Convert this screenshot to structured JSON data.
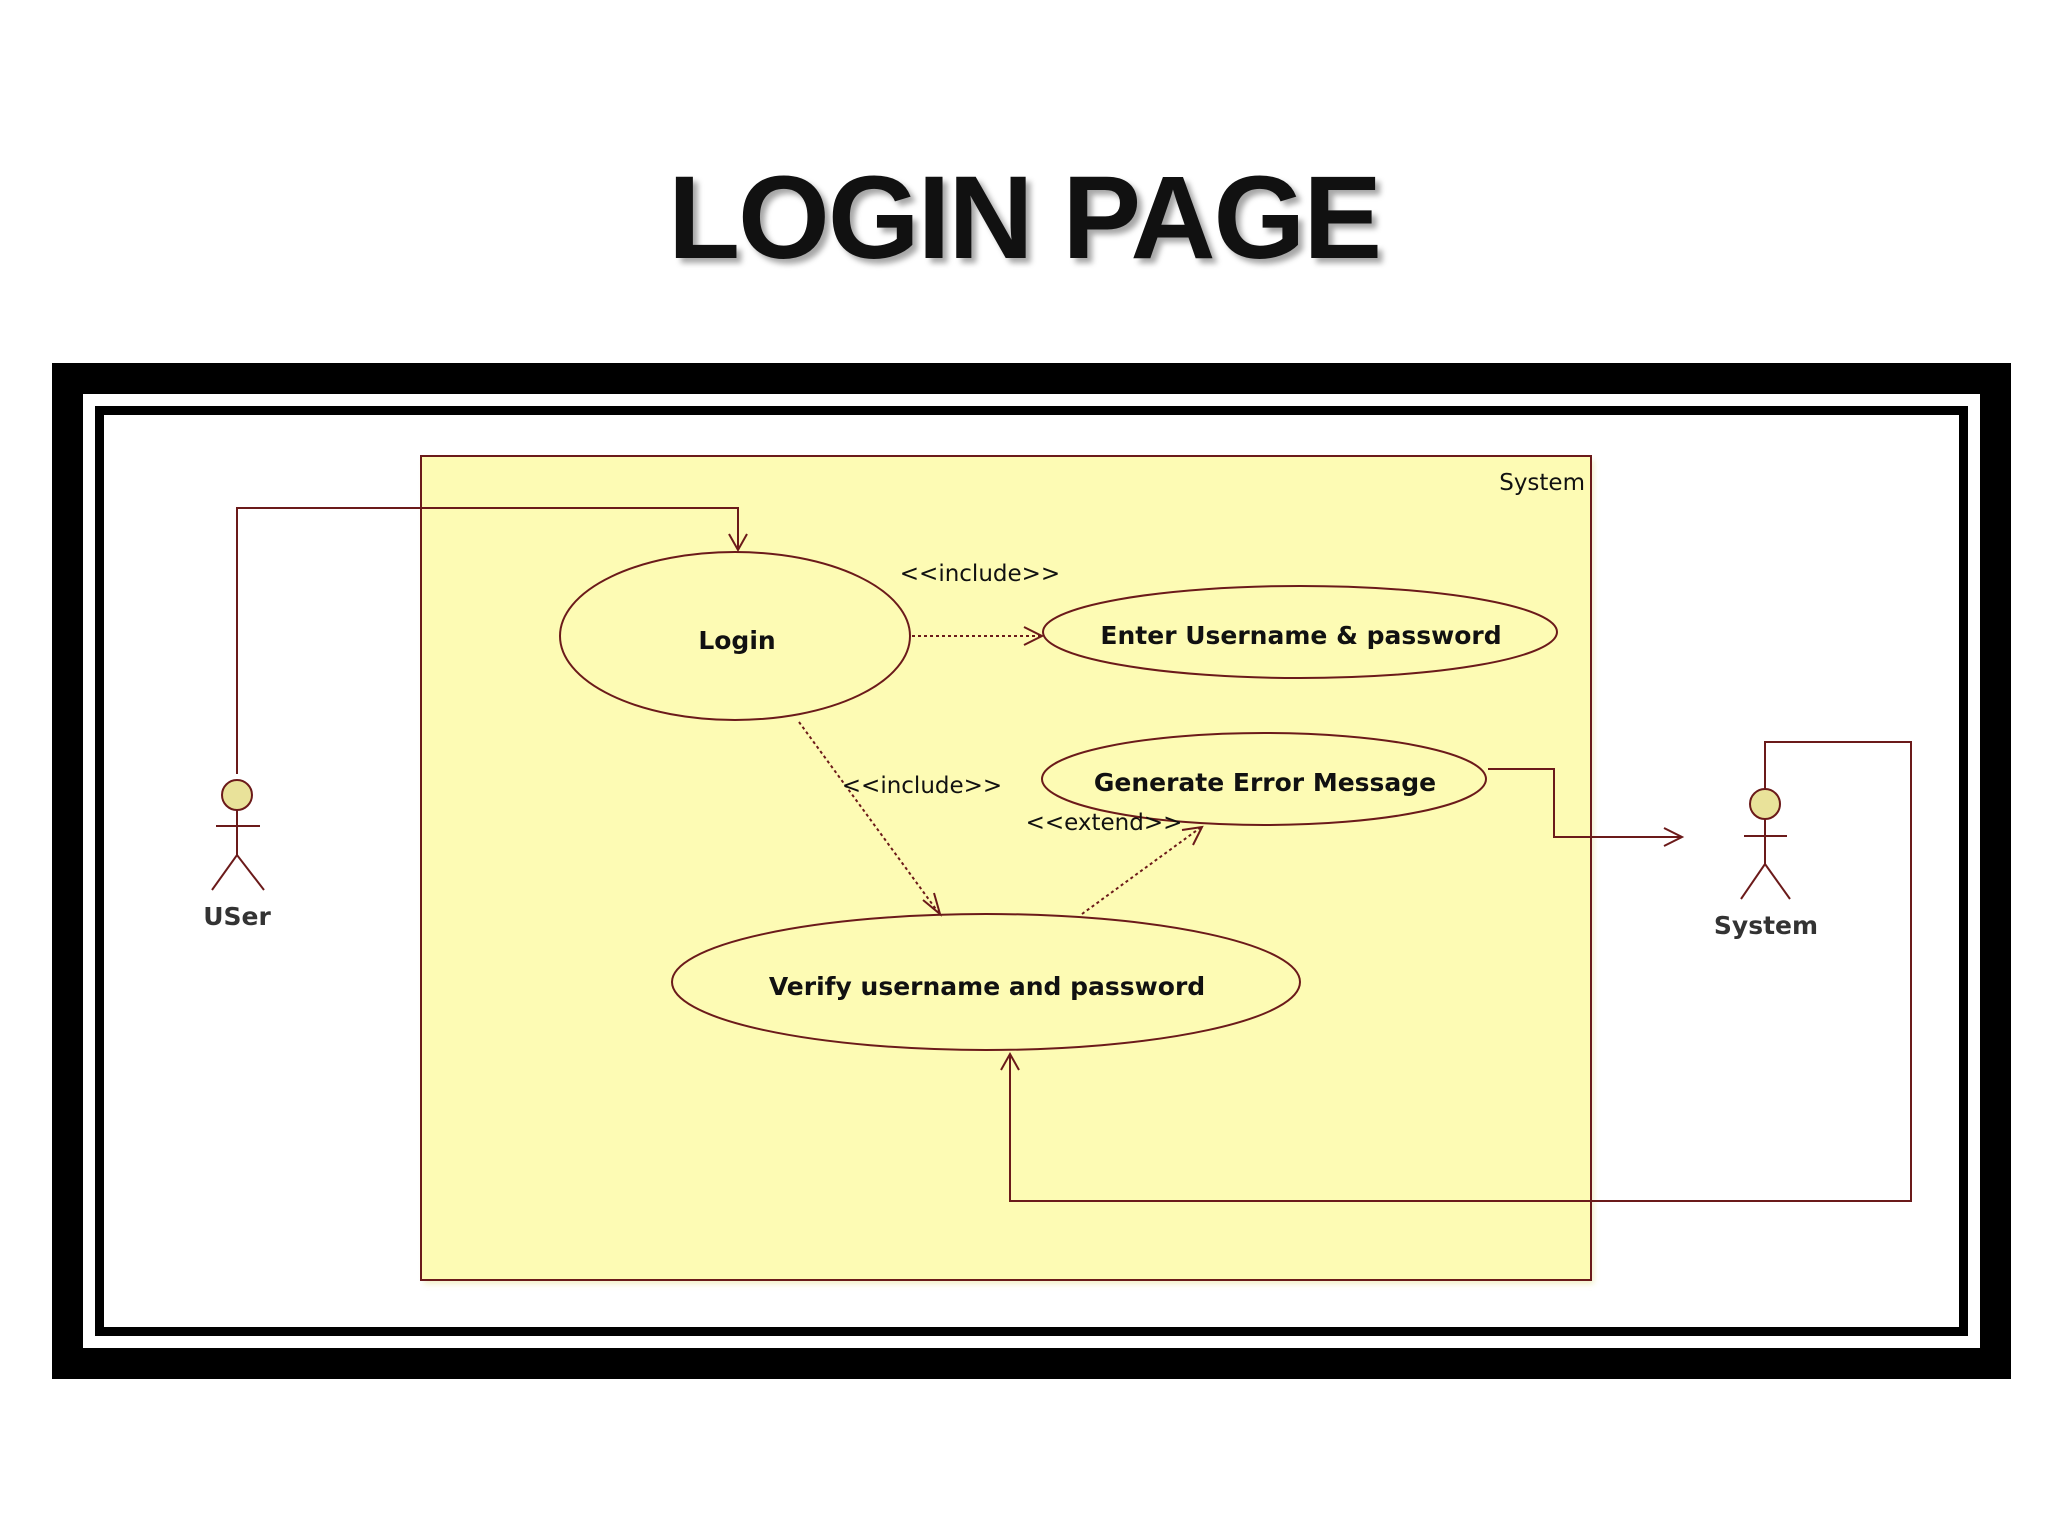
{
  "title": "LOGIN PAGE",
  "system_boundary": {
    "label": "System"
  },
  "actors": {
    "user": {
      "label": "USer"
    },
    "system": {
      "label": "System"
    }
  },
  "use_cases": {
    "login": "Login",
    "enter_credentials": "Enter Username & password",
    "generate_error": "Generate Error Message",
    "verify": "Verify username and password"
  },
  "relations": {
    "include_1": "<<include>>",
    "include_2": "<<include>>",
    "extend": "<<extend>>"
  },
  "colors": {
    "boundary_fill": "#fdfbb4",
    "line": "#6b1a1a",
    "frame": "#000000"
  }
}
